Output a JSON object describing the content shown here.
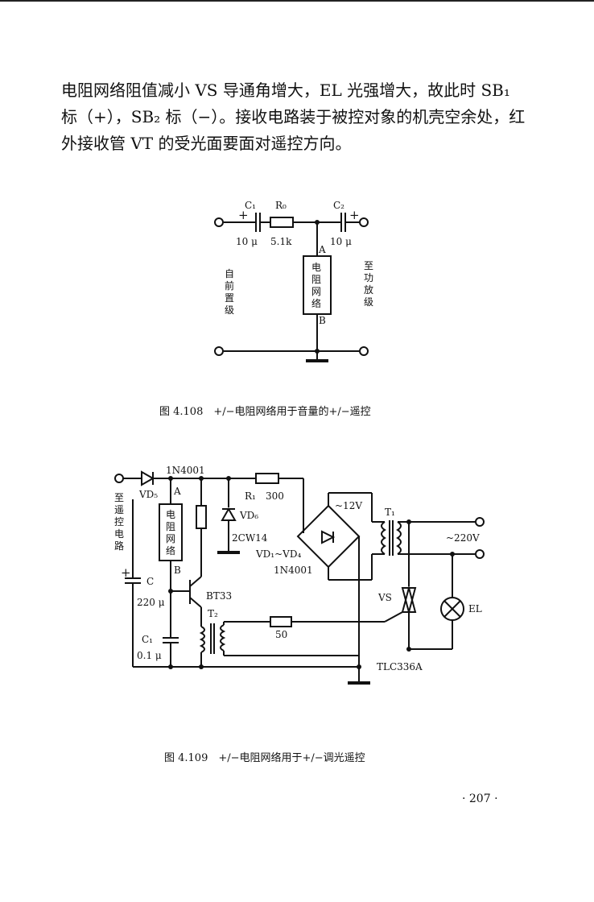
{
  "paragraph": {
    "line1": "电阻网络阻值减小 VS 导通角增大，EL 光强增大，故此时 SB₁",
    "line2": "标（+），SB₂ 标（−）。接收电路装于被控对象的机壳空余处，红",
    "line3": "外接收管 VT 的受光面要面对遥控方向。"
  },
  "fig108": {
    "caption": "图 4.108　+/−电阻网络用于音量的+/−遥控",
    "c1_label": "C₁",
    "c1_value": "10 μ",
    "r0_label": "R₀",
    "r0_value": "5.1k",
    "c2_label": "C₂",
    "c2_value": "10 μ",
    "plus": "+",
    "node_a": "A",
    "node_b": "B",
    "block": [
      "电",
      "阻",
      "网",
      "络"
    ],
    "left_label": [
      "自",
      "前",
      "置",
      "级"
    ],
    "right_label": [
      "至",
      "功",
      "放",
      "级"
    ]
  },
  "fig109": {
    "caption": "图 4.109　+/−电阻网络用于+/−调光遥控",
    "vd5_part": "1N4001",
    "vd5_label": "VD₅",
    "node_a": "A",
    "node_b": "B",
    "block": [
      "电",
      "阻",
      "网",
      "络"
    ],
    "left_label": [
      "至",
      "遥",
      "控",
      "电",
      "路"
    ],
    "r1_label": "R₁",
    "r1_value": "300",
    "vd6_label": "VD₆",
    "vd6_part": "2CW14",
    "bridge_label": "VD₁~VD₄",
    "bridge_part": "1N4001",
    "ac12": "~12V",
    "t1_label": "T₁",
    "ac220": "~220V",
    "c_label": "C",
    "c_value": "220 μ",
    "c_plus": "+",
    "transistor": "BT33",
    "t2_label": "T₂",
    "r50": "50",
    "c1_label": "C₁",
    "c1_value": "0.1 μ",
    "vs_label": "VS",
    "el_label": "EL",
    "triac_part": "TLC336A"
  },
  "page_number": "· 207 ·"
}
